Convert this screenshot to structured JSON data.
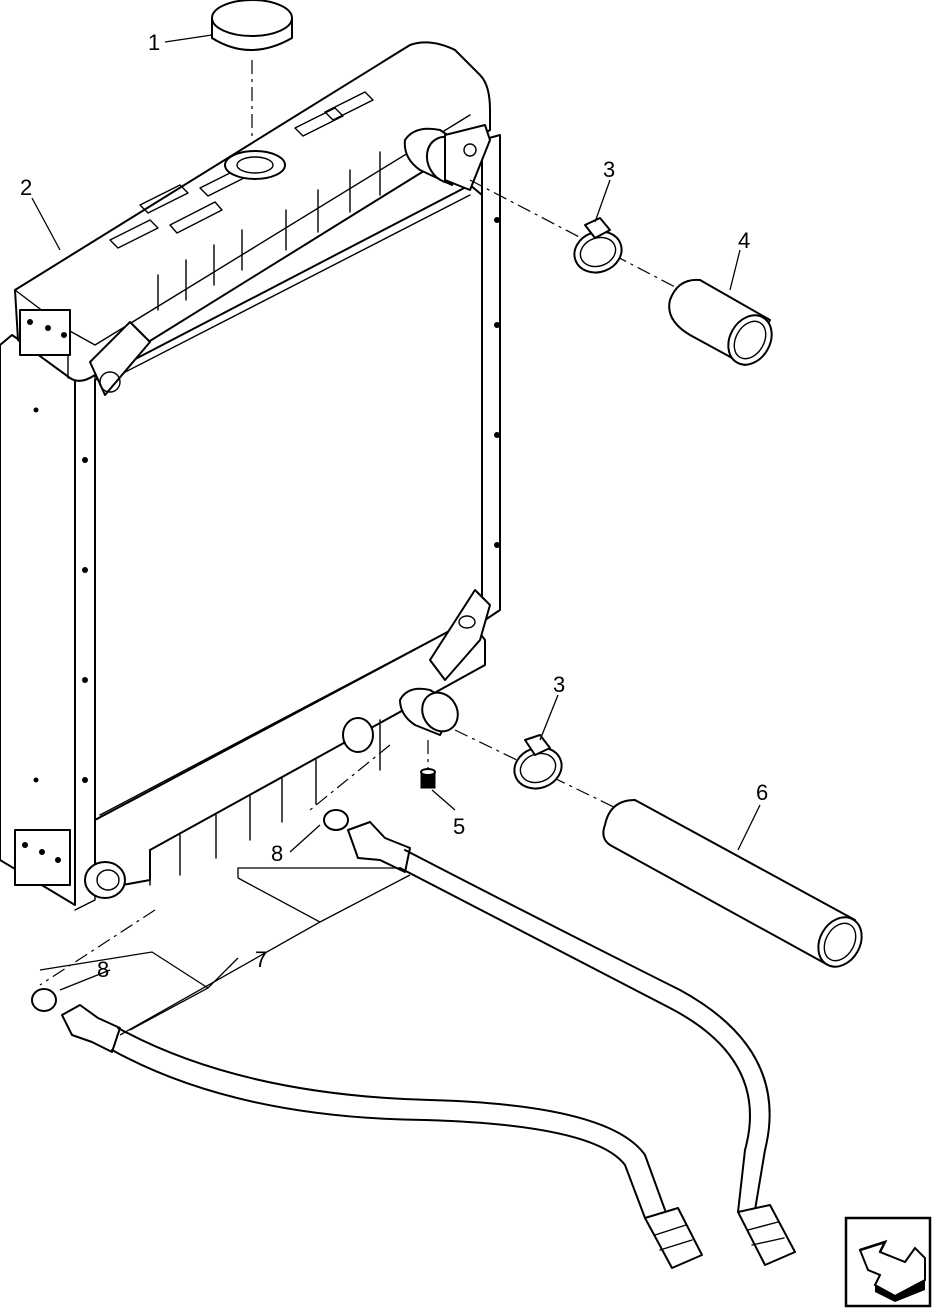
{
  "diagram": {
    "callouts": [
      {
        "id": "callout-1",
        "text": "1"
      },
      {
        "id": "callout-2",
        "text": "2"
      },
      {
        "id": "callout-3a",
        "text": "3"
      },
      {
        "id": "callout-4",
        "text": "4"
      },
      {
        "id": "callout-3b",
        "text": "3"
      },
      {
        "id": "callout-5",
        "text": "5"
      },
      {
        "id": "callout-6",
        "text": "6"
      },
      {
        "id": "callout-7",
        "text": "7"
      },
      {
        "id": "callout-8a",
        "text": "8"
      },
      {
        "id": "callout-8b",
        "text": "8"
      }
    ],
    "nav_icon": "arrow-return-icon",
    "line_color": "#000000",
    "background": "#ffffff"
  }
}
